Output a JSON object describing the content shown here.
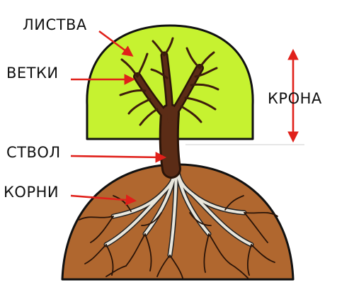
{
  "labels": {
    "leaves": "ЛИСТВА",
    "branches": "ВЕТКИ",
    "crown": "КРОНА",
    "trunk": "СТВОЛ",
    "roots": "КОРНИ"
  },
  "colors": {
    "crown_fill": "#c6f230",
    "ground_fill": "#b0672f",
    "bark": "#5b2c16",
    "roots": "#e8e6dc",
    "arrows": "#e0201a"
  }
}
